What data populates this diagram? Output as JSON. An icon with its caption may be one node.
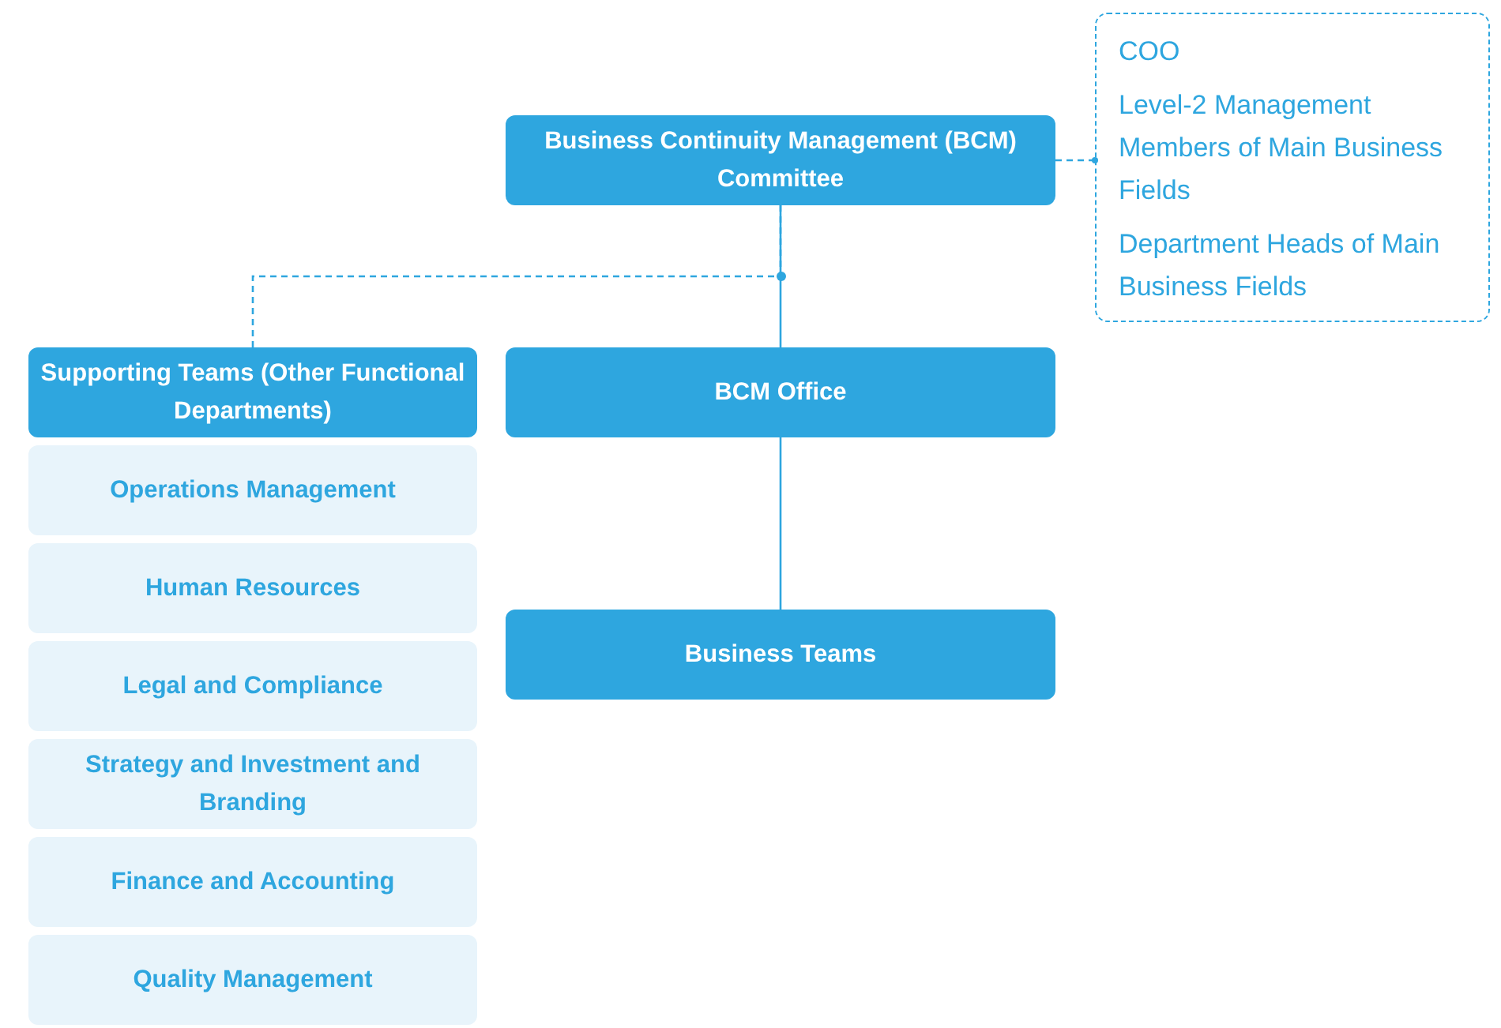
{
  "diagram": {
    "nodes": [
      {
        "text": [
          "Business Continuity Management (BCM) Committee"
        ]
      },
      {
        "text": [
          "COO",
          "Level-2 Management Members of Main Business Fields",
          "Department Heads of Main Business Fields"
        ]
      },
      {
        "text": [
          "Supporting Teams (Other Functional Departments)"
        ]
      },
      {
        "text": [
          "BCM Office"
        ]
      },
      {
        "text": [
          "Business Teams"
        ]
      },
      {
        "text": [
          "Operations Management"
        ]
      },
      {
        "text": [
          "Human Resources"
        ]
      },
      {
        "text": [
          "Legal and Compliance"
        ]
      },
      {
        "text": [
          "Strategy and Investment and Branding"
        ]
      },
      {
        "text": [
          "Finance and Accounting"
        ]
      },
      {
        "text": [
          "Quality Management"
        ]
      }
    ],
    "edges": [
      {
        "from": 0,
        "to": 1,
        "arrow": "other",
        "style": "dashed"
      },
      {
        "from": 0,
        "to": 2,
        "arrow": "none",
        "style": "dashed"
      },
      {
        "from": 0,
        "to": 3,
        "arrow": "none"
      },
      {
        "from": 3,
        "to": 4,
        "arrow": "none"
      }
    ]
  }
}
